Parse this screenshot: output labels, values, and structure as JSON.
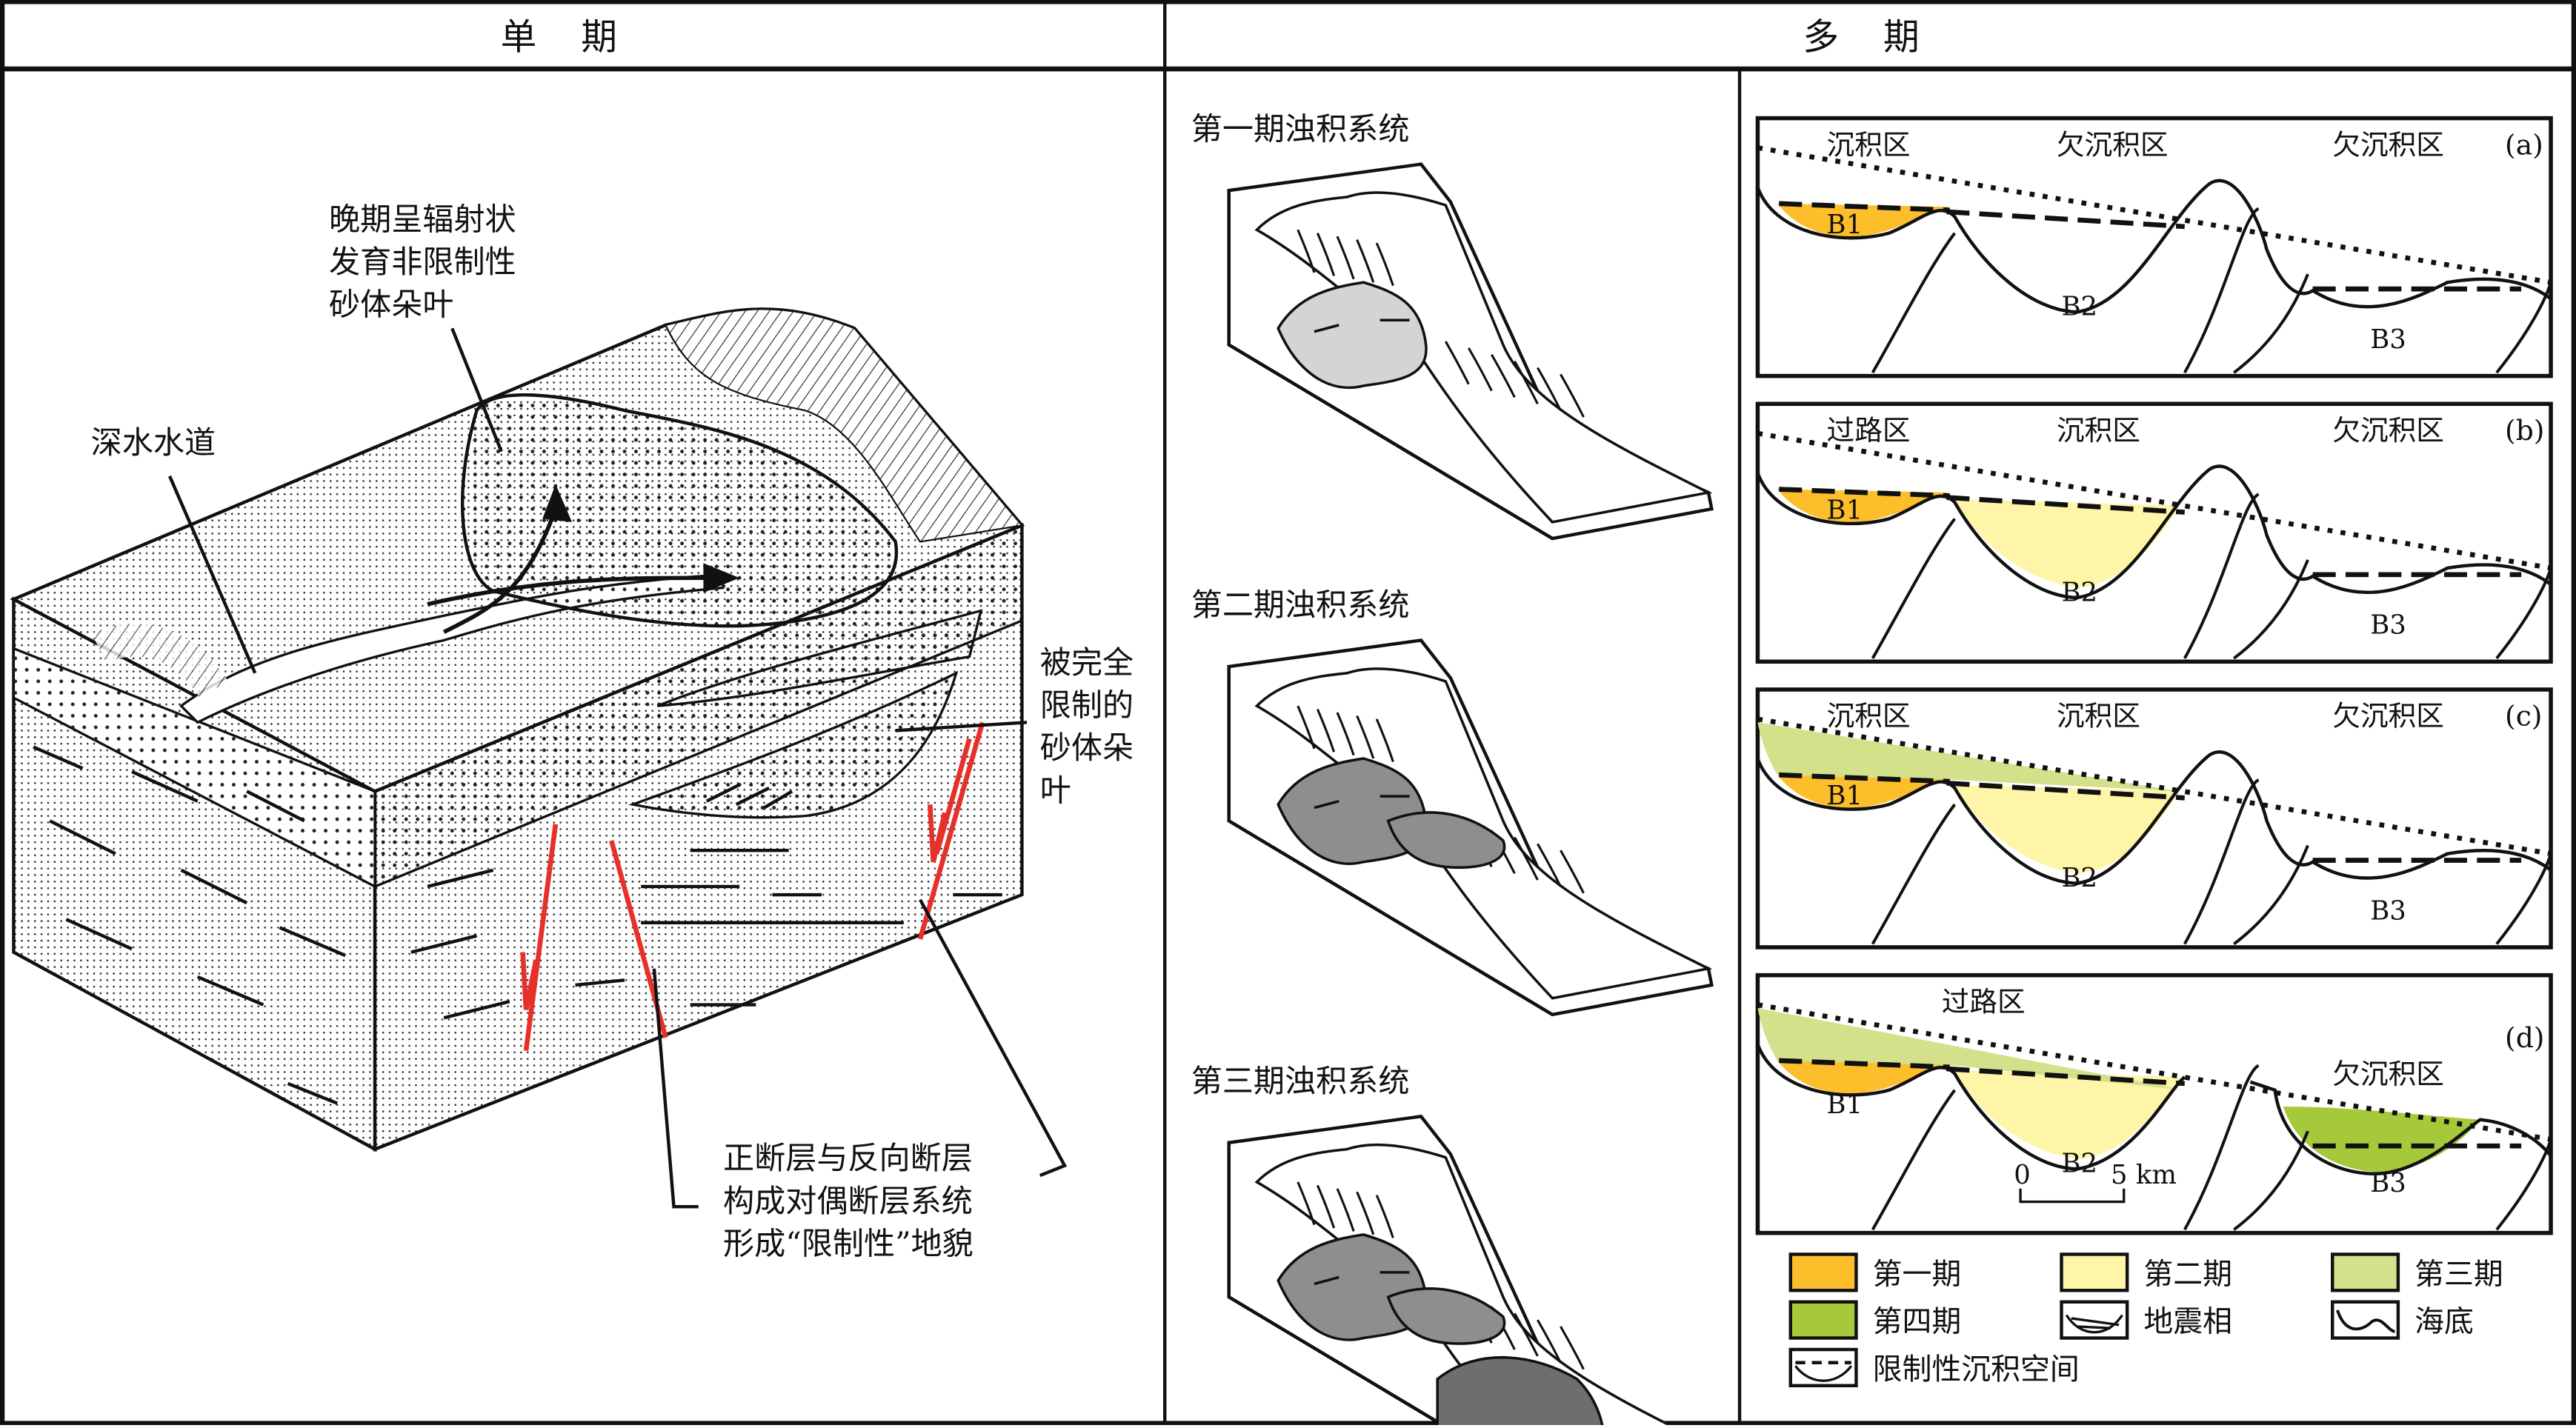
{
  "header": {
    "single_stage": "单 期",
    "multi_stage": "多 期"
  },
  "single_stage_panel": {
    "label_channel": "深水水道",
    "label_late_lobe": [
      "晚期呈辐射状",
      "发育非限制性",
      "砂体朵叶"
    ],
    "label_confined_lobe": [
      "被完全",
      "限制的",
      "砂体朵",
      "叶"
    ],
    "label_faults": [
      "正断层与反向断层",
      "构成对偶断层系统",
      "形成“限制性”地貌"
    ]
  },
  "stage_blocks": [
    {
      "title": "第一期浊积系统"
    },
    {
      "title": "第二期浊积系统"
    },
    {
      "title": "第三期浊积系统"
    }
  ],
  "sections": [
    {
      "tag": "(a)",
      "zones": [
        "沉积区",
        "欠沉积区",
        "欠沉积区"
      ],
      "basins": [
        "B1",
        "B2",
        "B3"
      ]
    },
    {
      "tag": "(b)",
      "zones": [
        "过路区",
        "沉积区",
        "欠沉积区"
      ],
      "basins": [
        "B1",
        "B2",
        "B3"
      ]
    },
    {
      "tag": "(c)",
      "zones": [
        "沉积区",
        "沉积区",
        "欠沉积区"
      ],
      "basins": [
        "B1",
        "B2",
        "B3"
      ]
    },
    {
      "tag": "(d)",
      "zones": [
        "过路区",
        "欠沉积区"
      ],
      "basins": [
        "B1",
        "B2",
        "B3"
      ],
      "scale_bar": {
        "start": "0",
        "end": "5 km"
      }
    }
  ],
  "legend": [
    {
      "label": "第一期",
      "color": "#FDBE2B"
    },
    {
      "label": "第二期",
      "color": "#FEF5A8"
    },
    {
      "label": "第三期",
      "color": "#D5E08A"
    },
    {
      "label": "第四期",
      "color": "#A6C83B"
    },
    {
      "label": "地震相",
      "icon": "seismic-facies-icon"
    },
    {
      "label": "海底",
      "icon": "seafloor-icon"
    },
    {
      "label": "限制性沉积空间",
      "icon": "confined-space-icon"
    }
  ],
  "colors": {
    "fault_red": "#E8302A",
    "lobe_gray_light": "#D4D4D6",
    "lobe_gray_mid": "#8E8E90",
    "lobe_gray_dark": "#6E6E70"
  }
}
